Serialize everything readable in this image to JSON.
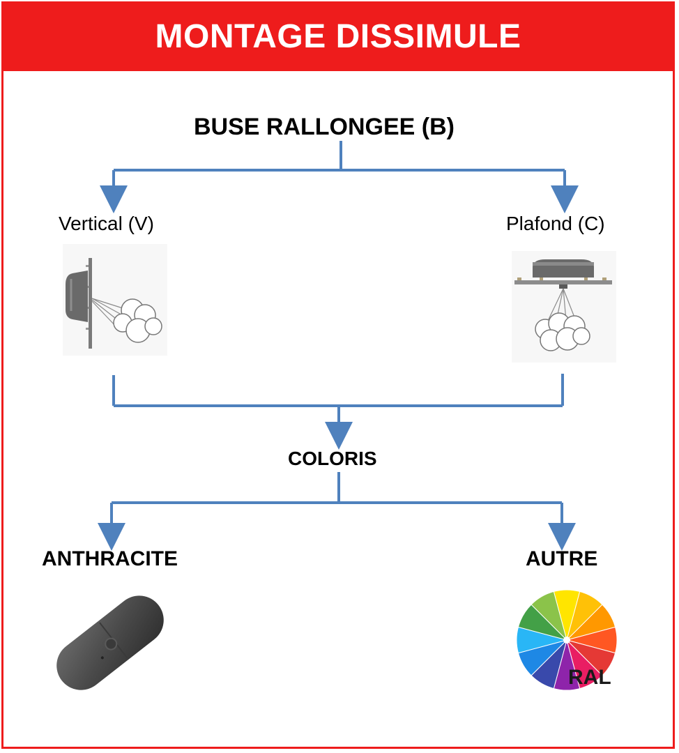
{
  "title": "MONTAGE DISSIMULE",
  "root": {
    "label": "BUSE RALLONGEE (B)"
  },
  "mounting": [
    {
      "label": "Vertical (V)",
      "icon": "wall-mount-diffuser-icon"
    },
    {
      "label": "Plafond (C)",
      "icon": "ceiling-mount-diffuser-icon"
    }
  ],
  "colors_node": {
    "label": "COLORIS"
  },
  "colors": [
    {
      "label": "ANTHRACITE",
      "icon": "anthracite-nozzle-icon"
    },
    {
      "label": "AUTRE",
      "icon": "color-wheel-icon",
      "badge": "RAL"
    }
  ],
  "palette": {
    "banner": "#ee1c1c",
    "connector": "#4f81bd",
    "anthracite": "#4a4a4a"
  }
}
